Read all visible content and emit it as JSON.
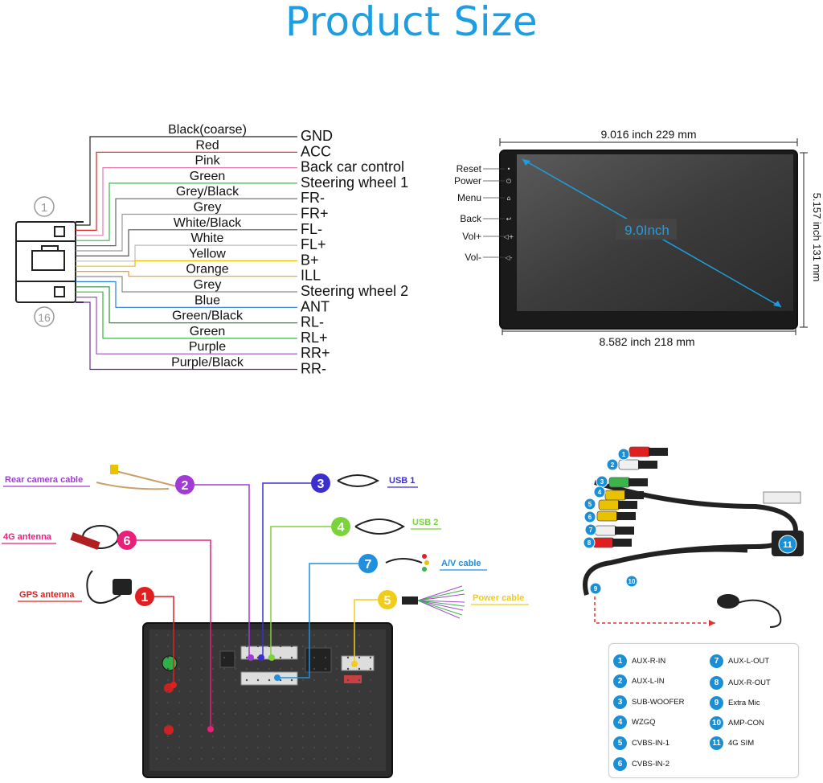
{
  "title": "Product Size",
  "wiring": {
    "connector_top": "1",
    "connector_bottom": "16",
    "wires": [
      {
        "color_name": "Black(coarse)",
        "pin": "GND",
        "hex": "#222222"
      },
      {
        "color_name": "Red",
        "pin": "ACC",
        "hex": "#e02020"
      },
      {
        "color_name": "Pink",
        "pin": "Back car control",
        "hex": "#e37ab0"
      },
      {
        "color_name": "Green",
        "pin": "Steering wheel 1",
        "hex": "#3bb54a"
      },
      {
        "color_name": "Grey/Black",
        "pin": "FR-",
        "hex": "#666666"
      },
      {
        "color_name": "Grey",
        "pin": "FR+",
        "hex": "#999999"
      },
      {
        "color_name": "White/Black",
        "pin": "FL-",
        "hex": "#555555"
      },
      {
        "color_name": "White",
        "pin": "FL+",
        "hex": "#bbbbbb"
      },
      {
        "color_name": "Yellow",
        "pin": "B+",
        "hex": "#e8c200"
      },
      {
        "color_name": "Orange",
        "pin": "ILL",
        "hex": "#f39a1e"
      },
      {
        "color_name": "Grey",
        "pin": "Steering wheel 2",
        "hex": "#8a8a8a"
      },
      {
        "color_name": "Blue",
        "pin": "ANT",
        "hex": "#2a7de1"
      },
      {
        "color_name": "Green/Black",
        "pin": "RL-",
        "hex": "#2f8f3e"
      },
      {
        "color_name": "Green",
        "pin": "RL+",
        "hex": "#3bb54a"
      },
      {
        "color_name": "Purple",
        "pin": "RR+",
        "hex": "#9b4dc9"
      },
      {
        "color_name": "Purple/Black",
        "pin": "RR-",
        "hex": "#6a2f8c"
      }
    ]
  },
  "screen": {
    "width_label": "9.016 inch 229 mm",
    "height_label": "5.157 inch 131 mm",
    "bottom_label": "8.582 inch 218 mm",
    "diagonal_label": "9.0Inch",
    "buttons": [
      "Reset",
      "Power",
      "Menu",
      "Back",
      "Vol+",
      "Vol-"
    ]
  },
  "connections": [
    {
      "num": "1",
      "label": "GPS antenna",
      "hex": "#e02020"
    },
    {
      "num": "2",
      "label": "Rear camera cable",
      "hex": "#a13ad8"
    },
    {
      "num": "3",
      "label": "USB 1",
      "hex": "#3b2fd0"
    },
    {
      "num": "4",
      "label": "USB 2",
      "hex": "#7bd33a"
    },
    {
      "num": "5",
      "label": "Power cable",
      "hex": "#f2cc1b"
    },
    {
      "num": "6",
      "label": "4G antenna",
      "hex": "#e8207a"
    },
    {
      "num": "7",
      "label": "A/V cable",
      "hex": "#1f8fe0"
    }
  ],
  "legend": [
    {
      "num": "1",
      "label": "AUX-R-IN"
    },
    {
      "num": "2",
      "label": "AUX-L-IN"
    },
    {
      "num": "3",
      "label": "SUB-WOOFER"
    },
    {
      "num": "4",
      "label": "WZGQ"
    },
    {
      "num": "5",
      "label": "CVBS-IN-1"
    },
    {
      "num": "6",
      "label": "CVBS-IN-2"
    },
    {
      "num": "7",
      "label": "AUX-L-OUT"
    },
    {
      "num": "8",
      "label": "AUX-R-OUT"
    },
    {
      "num": "9",
      "label": "Extra Mic"
    },
    {
      "num": "10",
      "label": "AMP-CON"
    },
    {
      "num": "11",
      "label": "4G SIM"
    }
  ],
  "harness_markers": [
    "1",
    "2",
    "3",
    "4",
    "5",
    "6",
    "7",
    "8",
    "9",
    "10",
    "11"
  ]
}
